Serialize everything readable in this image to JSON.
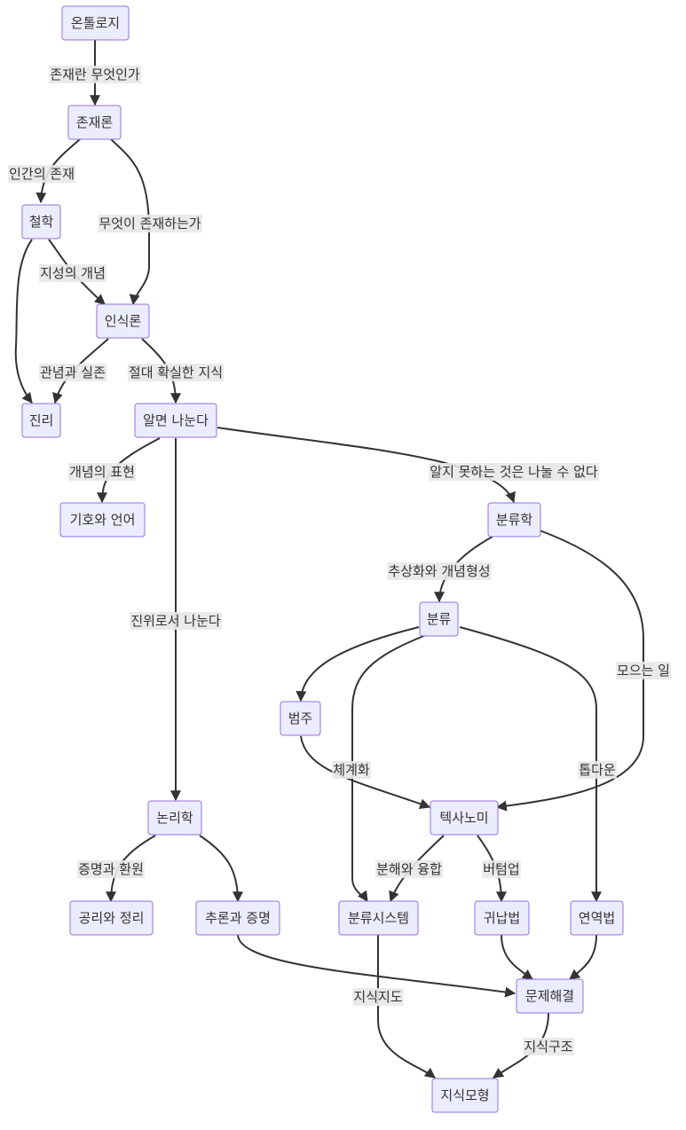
{
  "nodes": {
    "ontology": "온톨로지",
    "existence_theory": "존재론",
    "philosophy": "철학",
    "epistemology": "인식론",
    "truth": "진리",
    "knowing_is_dividing": "알면 나눈다",
    "symbols_language": "기호와 언어",
    "taxonomy_study": "분류학",
    "classification": "분류",
    "category": "범주",
    "taxonomy": "텍사노미",
    "logic": "논리학",
    "axioms_theorems": "공리와 정리",
    "reasoning_proof": "추론과 증명",
    "classification_system": "분류시스템",
    "induction": "귀납법",
    "deduction": "연역법",
    "problem_solving": "문제해결",
    "knowledge_model": "지식모형"
  },
  "edge_labels": {
    "what_is_existence": "존재란 무엇인가",
    "human_existence": "인간의 존재",
    "what_exists": "무엇이 존재하는가",
    "concept_of_intellect": "지성의 개념",
    "idea_and_reality": "관념과 실존",
    "absolutely_certain_knowledge": "절대 확실한 지식",
    "expression_of_concept": "개념의 표현",
    "cannot_divide_unknown": "알지 못하는 것은 나눌 수 없다",
    "abstraction_concept_formation": "추상화와 개념형성",
    "divide_by_truth": "진위로서 나눈다",
    "collecting": "모으는 일",
    "systematization": "체계화",
    "top_down": "톱다운",
    "proof_and_reduction": "증명과 환원",
    "decomposition_fusion": "분해와 융합",
    "bottom_up": "버텀업",
    "knowledge_map": "지식지도",
    "knowledge_structure": "지식구조"
  }
}
